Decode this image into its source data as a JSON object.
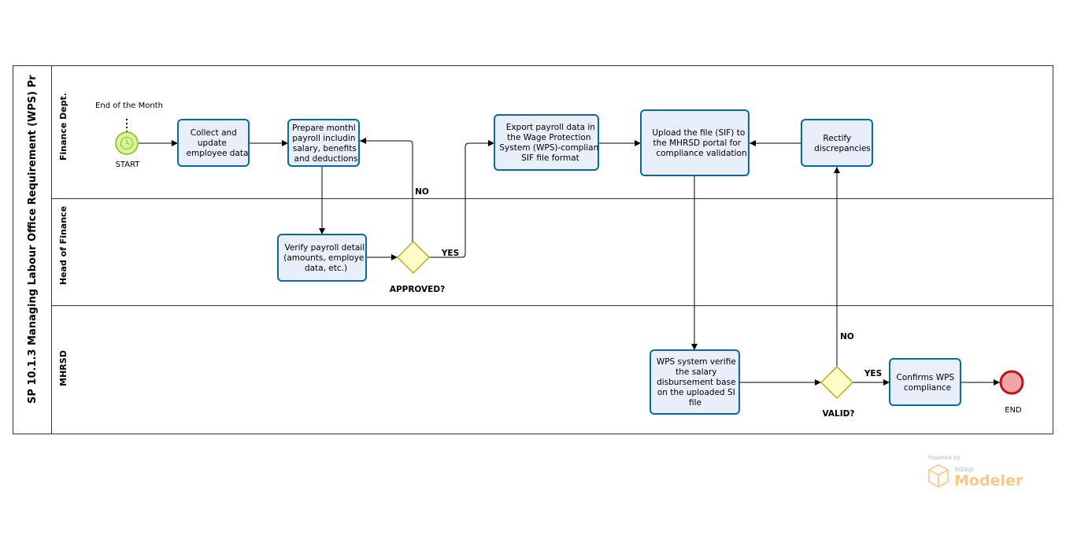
{
  "diagram": {
    "pool_title": "SP 10.1.3 Managing Labour Office Requirement (WPS) Pr",
    "lanes": [
      {
        "label": "Finance Dept."
      },
      {
        "label": "Head of Finance"
      },
      {
        "label": "MHRSD"
      }
    ],
    "start_event": {
      "label": "START",
      "timer_label": "End of the Month"
    },
    "end_event": {
      "label": "END"
    },
    "tasks": {
      "collect": [
        "Collect and",
        "update",
        "employee data"
      ],
      "prepare": [
        "Prepare monthl",
        "payroll includin",
        "salary, benefits",
        "and deductions"
      ],
      "verify": [
        "Verify payroll detail",
        "(amounts, employe",
        "data, etc.)"
      ],
      "export": [
        "Export payroll data in",
        "the Wage Protection",
        "System (WPS)-complian",
        "SIF file format"
      ],
      "upload": [
        "Upload the file (SIF) to",
        "the  MHRSD portal for",
        "compliance validation"
      ],
      "rectify": [
        "Rectify",
        "discrepancies"
      ],
      "wps_verify": [
        "WPS system verifie",
        "the salary",
        "disbursement base",
        "on the uploaded SI",
        "file"
      ],
      "confirm": [
        "Confirms WPS",
        "compliance"
      ]
    },
    "gateways": {
      "approved": {
        "label": "APPROVED?",
        "yes": "YES",
        "no": "NO"
      },
      "valid": {
        "label": "VALID?",
        "yes": "YES",
        "no": "NO"
      }
    },
    "branding": {
      "powered_by": "Powered by",
      "company": "bizagi",
      "product": "Modeler"
    }
  },
  "colors": {
    "task_fill": "#e9eefb",
    "task_stroke": "#0b6a9d",
    "start_fill": "#d9f59a",
    "start_stroke": "#7dbb1e",
    "end_fill": "#f0a6a6",
    "end_stroke": "#c0121b",
    "gateway_fill": "#fefdc9",
    "gateway_stroke": "#b3b01c",
    "brand": "#f6b15b"
  }
}
